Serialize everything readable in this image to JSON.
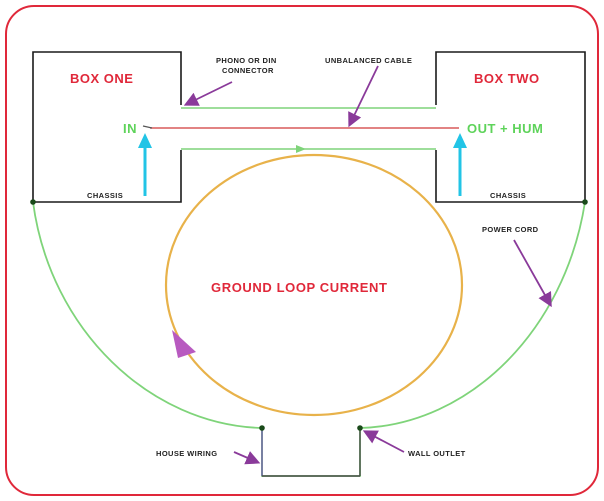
{
  "colors": {
    "frame": "#e0283a",
    "box_outline": "#1a1a1a",
    "label_red": "#e0283a",
    "label_green": "#5ed35a",
    "cable_green": "#7fd47a",
    "cable_red": "#d85a5a",
    "power_cord": "#7fd47a",
    "loop_circle": "#e8b24a",
    "pointer_purple": "#8a3a9a",
    "signal_arrow": "#22c4e6"
  },
  "labels": {
    "box_one": "BOX ONE",
    "box_two": "BOX TWO",
    "in": "IN",
    "out_hum": "OUT + HUM",
    "chassis_left": "CHASSIS",
    "chassis_right": "CHASSIS",
    "phono_line1": "PHONO OR DIN",
    "phono_line2": "CONNECTOR",
    "unbalanced_cable": "UNBALANCED CABLE",
    "power_cord": "POWER CORD",
    "ground_loop": "GROUND LOOP CURRENT",
    "house_wiring": "HOUSE WIRING",
    "wall_outlet": "WALL OUTLET"
  }
}
